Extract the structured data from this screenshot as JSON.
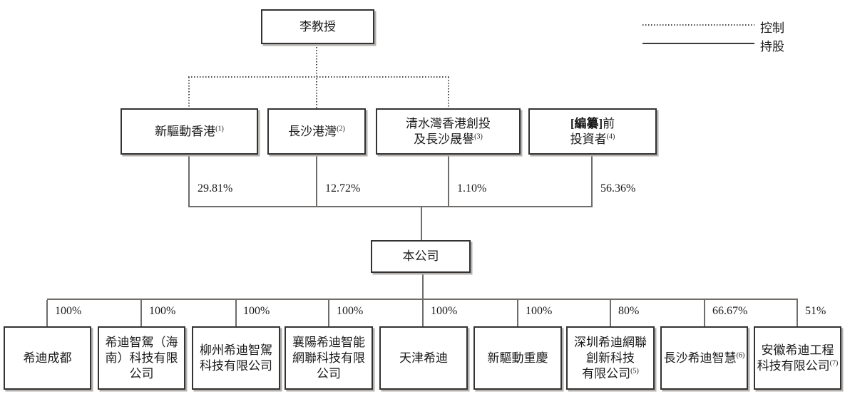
{
  "legend": {
    "control_label": "控制",
    "shareholding_label": "持股"
  },
  "root": {
    "name": "李教授"
  },
  "company": {
    "name": "本公司"
  },
  "shareholders": [
    {
      "name": "新驅動香港",
      "sup": "(1)",
      "percent": "29.81%"
    },
    {
      "name": "長沙港灣",
      "sup": "(2)",
      "percent": "12.72%"
    },
    {
      "lines": [
        "清水灣香港創投",
        "及長沙晟譽"
      ],
      "sup": "(3)",
      "percent": "1.10%"
    },
    {
      "bold": "[編纂]",
      "rest": "前",
      "line2": "投資者",
      "sup": "(4)",
      "percent": "56.36%"
    }
  ],
  "subsidiaries": [
    {
      "lines": [
        "希迪成都"
      ],
      "percent": "100%"
    },
    {
      "lines": [
        "希迪智駕（海",
        "南）科技有限",
        "公司"
      ],
      "percent": "100%"
    },
    {
      "lines": [
        "柳州希迪智駕",
        "科技有限公司"
      ],
      "percent": "100%"
    },
    {
      "lines": [
        "襄陽希迪智能",
        "網聯科技有限",
        "公司"
      ],
      "percent": "100%"
    },
    {
      "lines": [
        "天津希迪"
      ],
      "percent": "100%"
    },
    {
      "lines": [
        "新驅動重慶"
      ],
      "percent": "100%"
    },
    {
      "lines": [
        "深圳希迪網聯",
        "創新科技",
        "有限公司"
      ],
      "sup": "(5)",
      "percent": "80%"
    },
    {
      "lines": [
        "長沙希迪智慧"
      ],
      "sup": "(6)",
      "percent": "66.67%"
    },
    {
      "lines": [
        "安徽希迪工程",
        "科技有限公司"
      ],
      "sup": "(7)",
      "percent": "51%"
    }
  ],
  "colors": {
    "shareholding_line": "#6f6c69",
    "control_line": "#4a4a4a",
    "box_border": "#333333"
  }
}
